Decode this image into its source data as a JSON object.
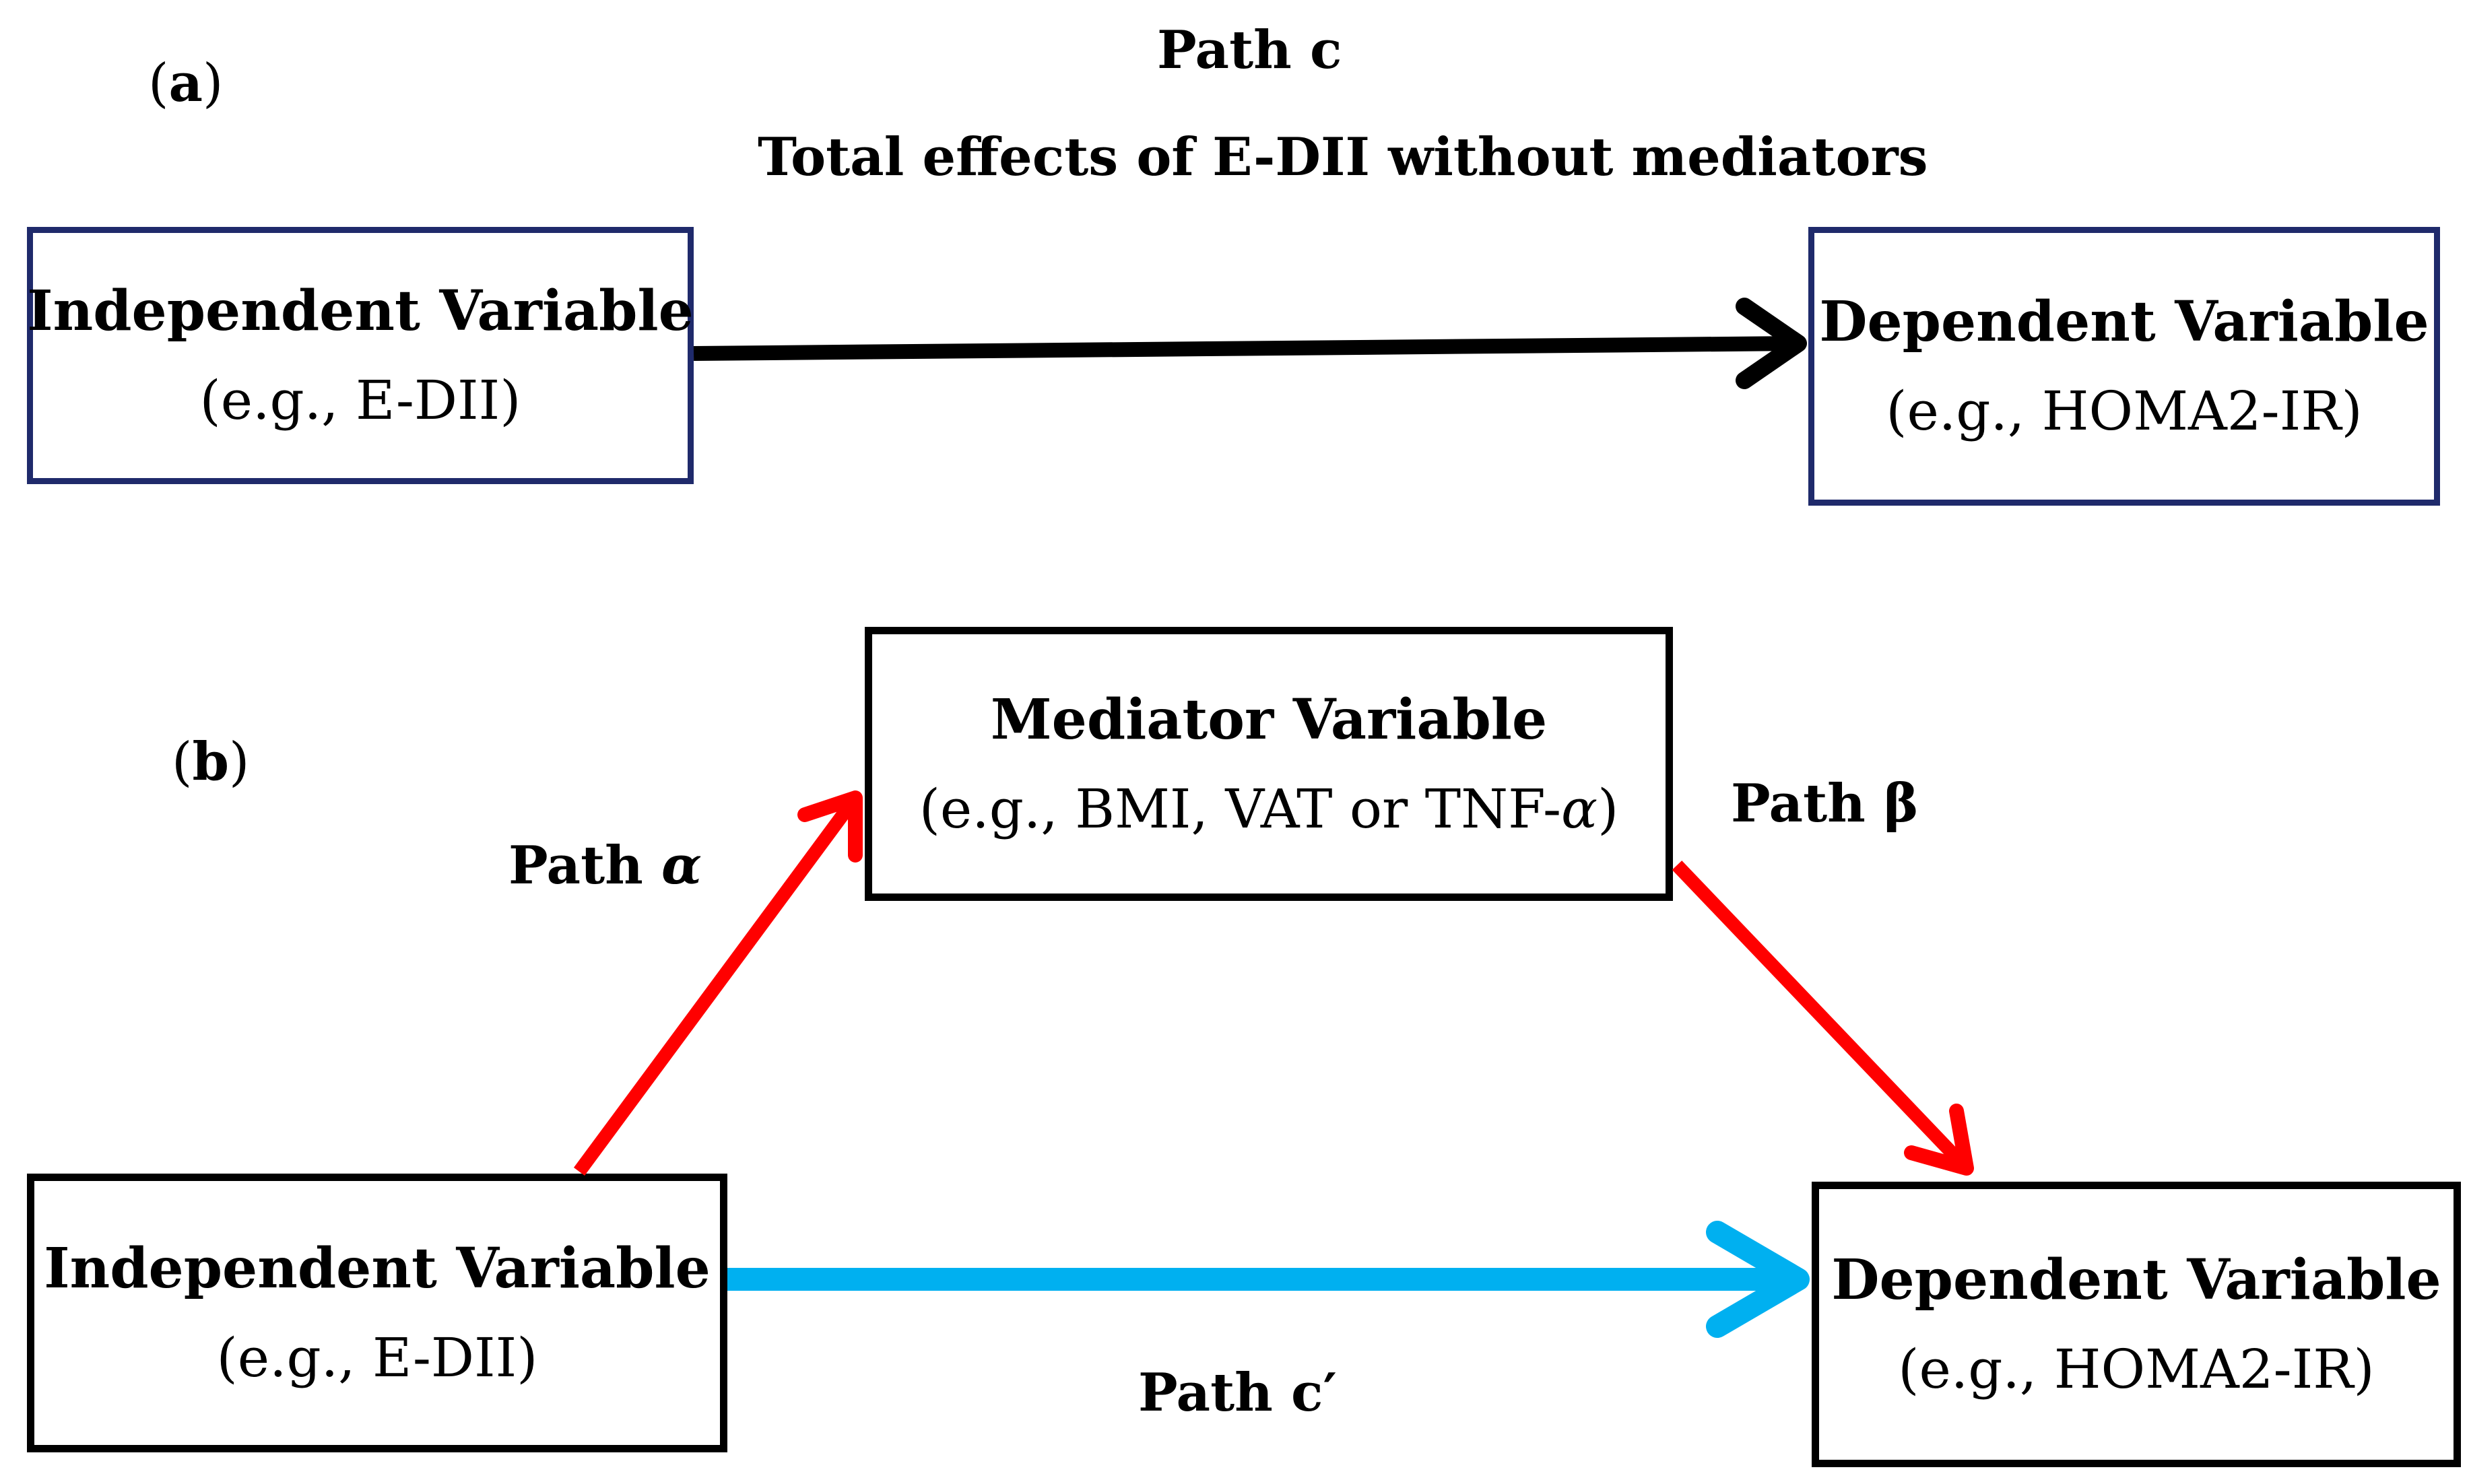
{
  "panel_a": {
    "label_prefix": "(",
    "label_letter": "a",
    "label_suffix": ")",
    "path_title": "Path c",
    "subtitle": "Total effects of E-DII without mediators",
    "independent": {
      "title": "Independent Variable",
      "example": "(e.g., E-DII)"
    },
    "dependent": {
      "title": "Dependent Variable",
      "example": "(e.g., HOMA2-IR)"
    },
    "arrow_color": "#000000"
  },
  "panel_b": {
    "label_prefix": "(",
    "label_letter": "b",
    "label_suffix": ")",
    "mediator": {
      "title": "Mediator Variable",
      "example_prefix": "(e.g., BMI, VAT or TNF-",
      "example_greek": "α",
      "example_suffix": ")"
    },
    "independent": {
      "title": "Independent Variable",
      "example": "(e.g., E-DII)"
    },
    "dependent": {
      "title": "Dependent Variable",
      "example": "(e.g., HOMA2-IR)"
    },
    "path_alpha_word": "Path",
    "path_alpha_symbol": "α",
    "path_beta": "Path β",
    "path_c_prime": "Path c′",
    "mediated_arrow_color": "#ff0000",
    "direct_arrow_color": "#00b0f0"
  }
}
